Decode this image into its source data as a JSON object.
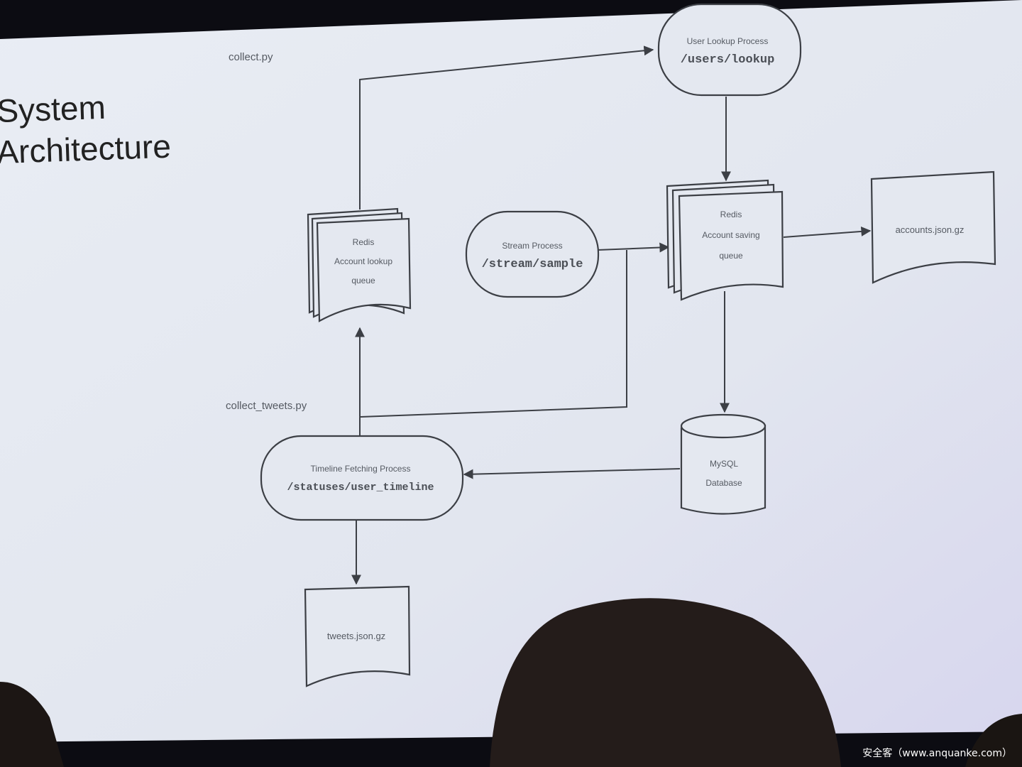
{
  "slide": {
    "title_line1": "System",
    "title_line2": "Architecture",
    "label_collect": "collect.py",
    "label_collect_tweets": "collect_tweets.py"
  },
  "nodes": {
    "user_lookup": {
      "title": "User Lookup Process",
      "endpoint": "/users/lookup"
    },
    "lookup_queue": {
      "line1": "Redis",
      "line2": "Account lookup",
      "line3": "queue"
    },
    "stream": {
      "title": "Stream Process",
      "endpoint": "/stream/sample"
    },
    "saving_queue": {
      "line1": "Redis",
      "line2": "Account saving",
      "line3": "queue"
    },
    "accounts_file": {
      "label": "accounts.json.gz"
    },
    "mysql": {
      "line1": "MySQL",
      "line2": "Database"
    },
    "timeline": {
      "title": "Timeline Fetching Process",
      "endpoint": "/statuses/user_timeline"
    },
    "tweets_file": {
      "label": "tweets.json.gz"
    }
  },
  "watermark": "安全客（www.anquanke.com）"
}
